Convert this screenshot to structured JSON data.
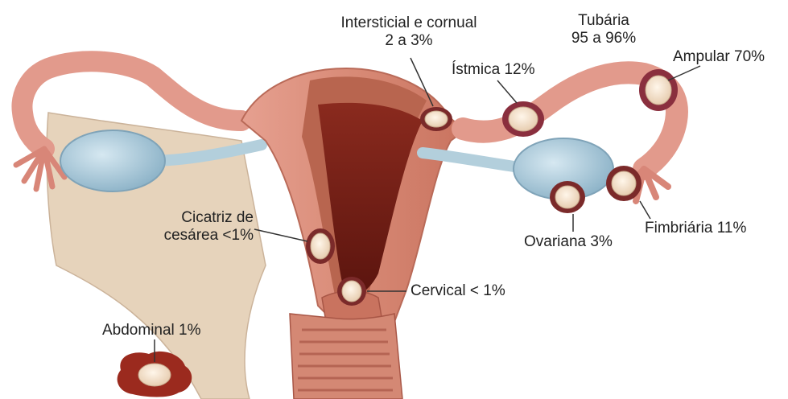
{
  "labels": {
    "intersticial_line1": "Intersticial e cornual",
    "intersticial_line2": "2 a 3%",
    "tubaria_line1": "Tubária",
    "tubaria_line2": "95 a 96%",
    "istmica": "Ístmica 12%",
    "ampular": "Ampular 70%",
    "cicatriz_line1": "Cicatriz de",
    "cicatriz_line2": "cesárea <1%",
    "fimbriaria": "Fimbriária 11%",
    "ovariana": "Ovariana 3%",
    "cervical": "Cervical < 1%",
    "abdominal": "Abdominal 1%"
  },
  "colors": {
    "tube": "#e29a8c",
    "tube_dark": "#c9756a",
    "uterus_wall": "#d98e7e",
    "uterus_muscle": "#b8654f",
    "cavity": "#6e1d14",
    "ovary": "#a9c9d9",
    "ligament": "#e3cfb4",
    "sac": "#f3e3d0",
    "implant": "#7b2a2a",
    "leader": "#333333"
  },
  "icons": [
    "embryo-icon"
  ]
}
